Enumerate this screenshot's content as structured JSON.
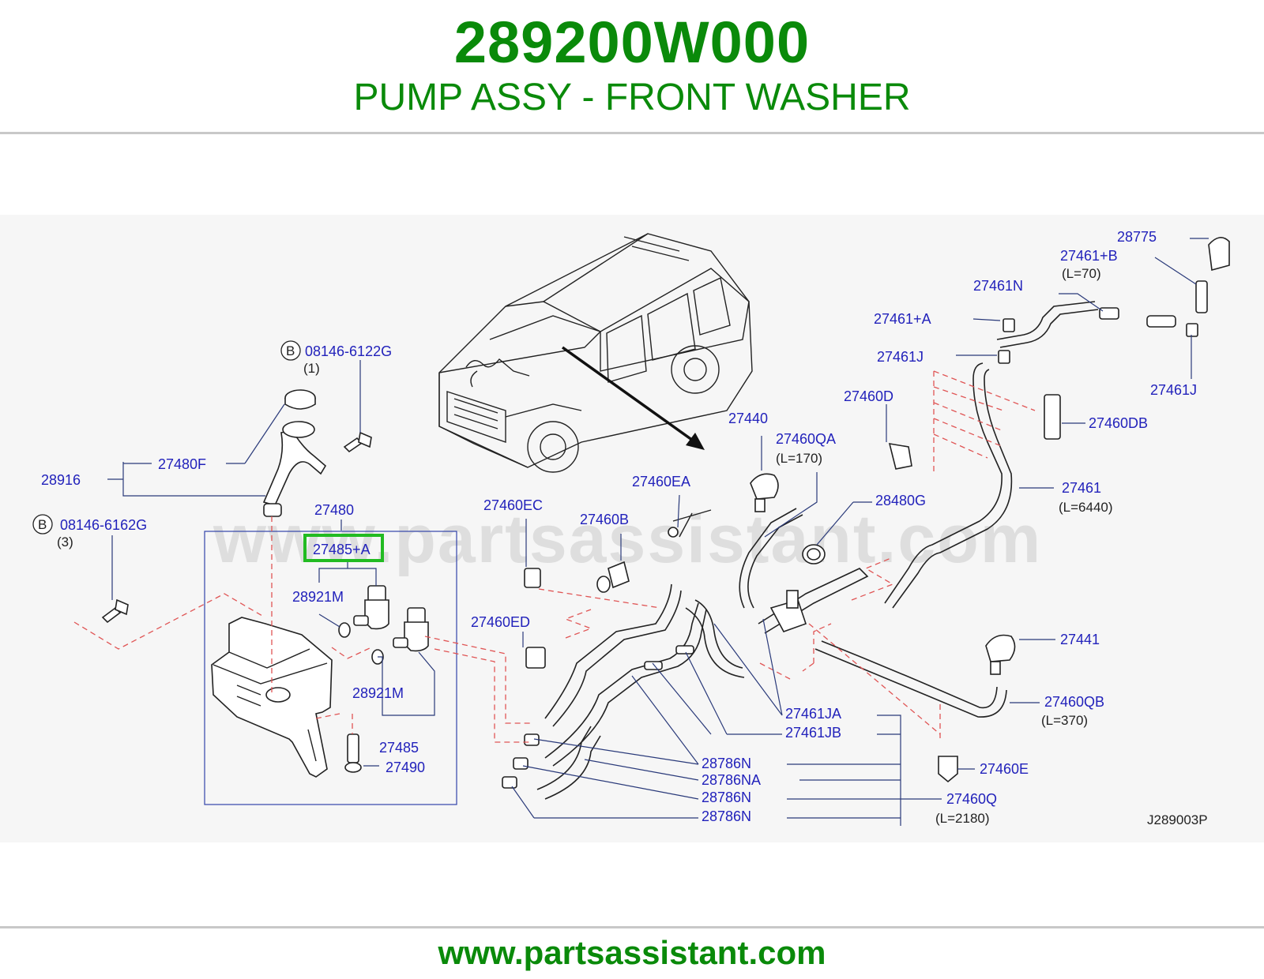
{
  "header": {
    "part_number": "289200W000",
    "description": "PUMP ASSY - FRONT WASHER"
  },
  "watermark": "www.partsassistant.com",
  "footer": {
    "url": "www.partsassistant.com"
  },
  "diagram": {
    "ref_code": "J289003P",
    "highlight_color": "#22bb22",
    "title_color": "#0a8a0a",
    "label_color": "#2222bb",
    "bolts": [
      {
        "badge": "B",
        "number": "08146-6122G",
        "qty": "(1)"
      },
      {
        "badge": "B",
        "number": "08146-6162G",
        "qty": "(3)"
      }
    ],
    "labels": {
      "p27480F": "27480F",
      "p28916": "28916",
      "p27480": "27480",
      "p27485A": "27485+A",
      "p28921M_1": "28921M",
      "p28921M_2": "28921M",
      "p27485": "27485",
      "p27490": "27490",
      "p27460EC": "27460EC",
      "p27460ED": "27460ED",
      "p27460B": "27460B",
      "p27460EA": "27460EA",
      "p27440": "27440",
      "p27460QA": "27460QA",
      "p27460QA_len": "(L=170)",
      "p28480G": "28480G",
      "p27460D": "27460D",
      "p27461J_1": "27461J",
      "p27461A": "27461+A",
      "p27461N": "27461N",
      "p27461B": "27461+B",
      "p27461B_len": "(L=70)",
      "p28775": "28775",
      "p27461J_2": "27461J",
      "p27460DB": "27460DB",
      "p27461": "27461",
      "p27461_len": "(L=6440)",
      "p27441": "27441",
      "p27460QB": "27460QB",
      "p27460QB_len": "(L=370)",
      "p27461JA": "27461JA",
      "p27461JB": "27461JB",
      "p28786N_1": "28786N",
      "p28786NA": "28786NA",
      "p28786N_2": "28786N",
      "p28786N_3": "28786N",
      "p27460E": "27460E",
      "p27460Q": "27460Q",
      "p27460Q_len": "(L=2180)"
    }
  }
}
